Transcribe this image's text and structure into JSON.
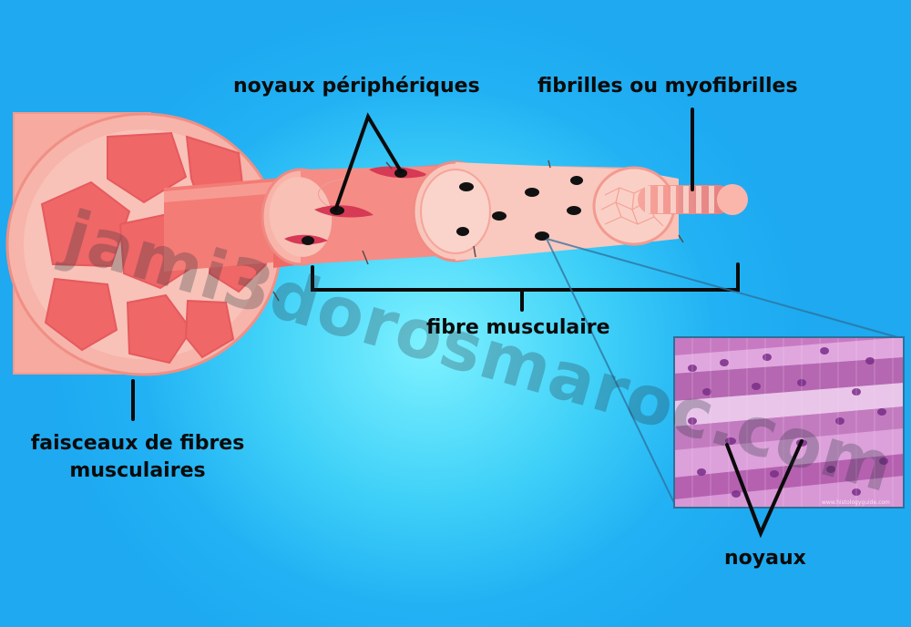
{
  "labels": {
    "noyaux_peripheriques": "noyaux périphériques",
    "fibrilles": "fibrilles ou myofibrilles",
    "fibre_musculaire": "fibre musculaire",
    "faisceaux": "faisceaux de fibres musculaires",
    "noyaux": "noyaux"
  },
  "watermark": "jami3dorosmaroc.com",
  "micrograph_credit": "www.histologyguide.com",
  "colors": {
    "background": "#1ea9f0",
    "muscle_light": "#f7a59b",
    "muscle_pink": "#f06f6b",
    "muscle_dark": "#e84f55",
    "nucleus": "#111111",
    "micrograph": "#c879c4"
  }
}
